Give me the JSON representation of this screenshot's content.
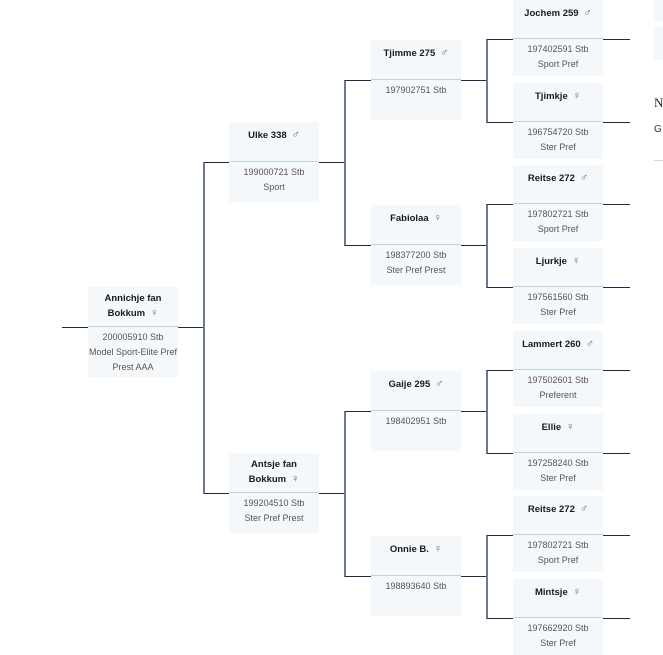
{
  "pedigree": {
    "subject": {
      "name": "Annichje fan Bokkum",
      "sex": "female",
      "sex_symbol": "♀",
      "reg": "200005910 Stb",
      "titles": "Model Sport-Elite Pref Prest AAA"
    },
    "sire": {
      "name": "Ulke 338",
      "sex": "male",
      "sex_symbol": "♂",
      "reg": "199000721 Stb",
      "titles": "Sport"
    },
    "dam": {
      "name": "Antsje fan Bokkum",
      "sex": "female",
      "sex_symbol": "♀",
      "reg": "199204510 Stb",
      "titles": "Ster Pref Prest"
    },
    "sire_sire": {
      "name": "Tjimme 275",
      "sex": "male",
      "sex_symbol": "♂",
      "reg": "197902751 Stb",
      "titles": ""
    },
    "sire_dam": {
      "name": "Fabiolaa",
      "sex": "female",
      "sex_symbol": "♀",
      "reg": "198377200 Stb",
      "titles": "Ster Pref Prest"
    },
    "dam_sire": {
      "name": "Gaije 295",
      "sex": "male",
      "sex_symbol": "♂",
      "reg": "198402951 Stb",
      "titles": ""
    },
    "dam_dam": {
      "name": "Onnie B.",
      "sex": "female",
      "sex_symbol": "♀",
      "reg": "198893640 Stb",
      "titles": ""
    },
    "gen3": [
      {
        "name": "Jochem 259",
        "sex": "male",
        "sex_symbol": "♂",
        "reg": "197402591 Stb",
        "titles": "Sport Pref"
      },
      {
        "name": "Tjimkje",
        "sex": "female",
        "sex_symbol": "♀",
        "reg": "196754720 Stb",
        "titles": "Ster Pref"
      },
      {
        "name": "Reitse 272",
        "sex": "male",
        "sex_symbol": "♂",
        "reg": "197802721 Stb",
        "titles": "Sport Pref"
      },
      {
        "name": "Ljurkje",
        "sex": "female",
        "sex_symbol": "♀",
        "reg": "197561560 Stb",
        "titles": "Ster Pref"
      },
      {
        "name": "Lammert 260",
        "sex": "male",
        "sex_symbol": "♂",
        "reg": "197502601 Stb",
        "titles": "Preferent"
      },
      {
        "name": "Ellie",
        "sex": "female",
        "sex_symbol": "♀",
        "reg": "197258240 Stb",
        "titles": "Ster Pref"
      },
      {
        "name": "Reitse 272",
        "sex": "male",
        "sex_symbol": "♂",
        "reg": "197802721 Stb",
        "titles": "Sport Pref"
      },
      {
        "name": "Mintsje",
        "sex": "female",
        "sex_symbol": "♀",
        "reg": "197662920 Stb",
        "titles": "Ster Pref"
      }
    ]
  },
  "sidebar": {
    "heading_fragment": "N",
    "text_fragment": "G"
  }
}
